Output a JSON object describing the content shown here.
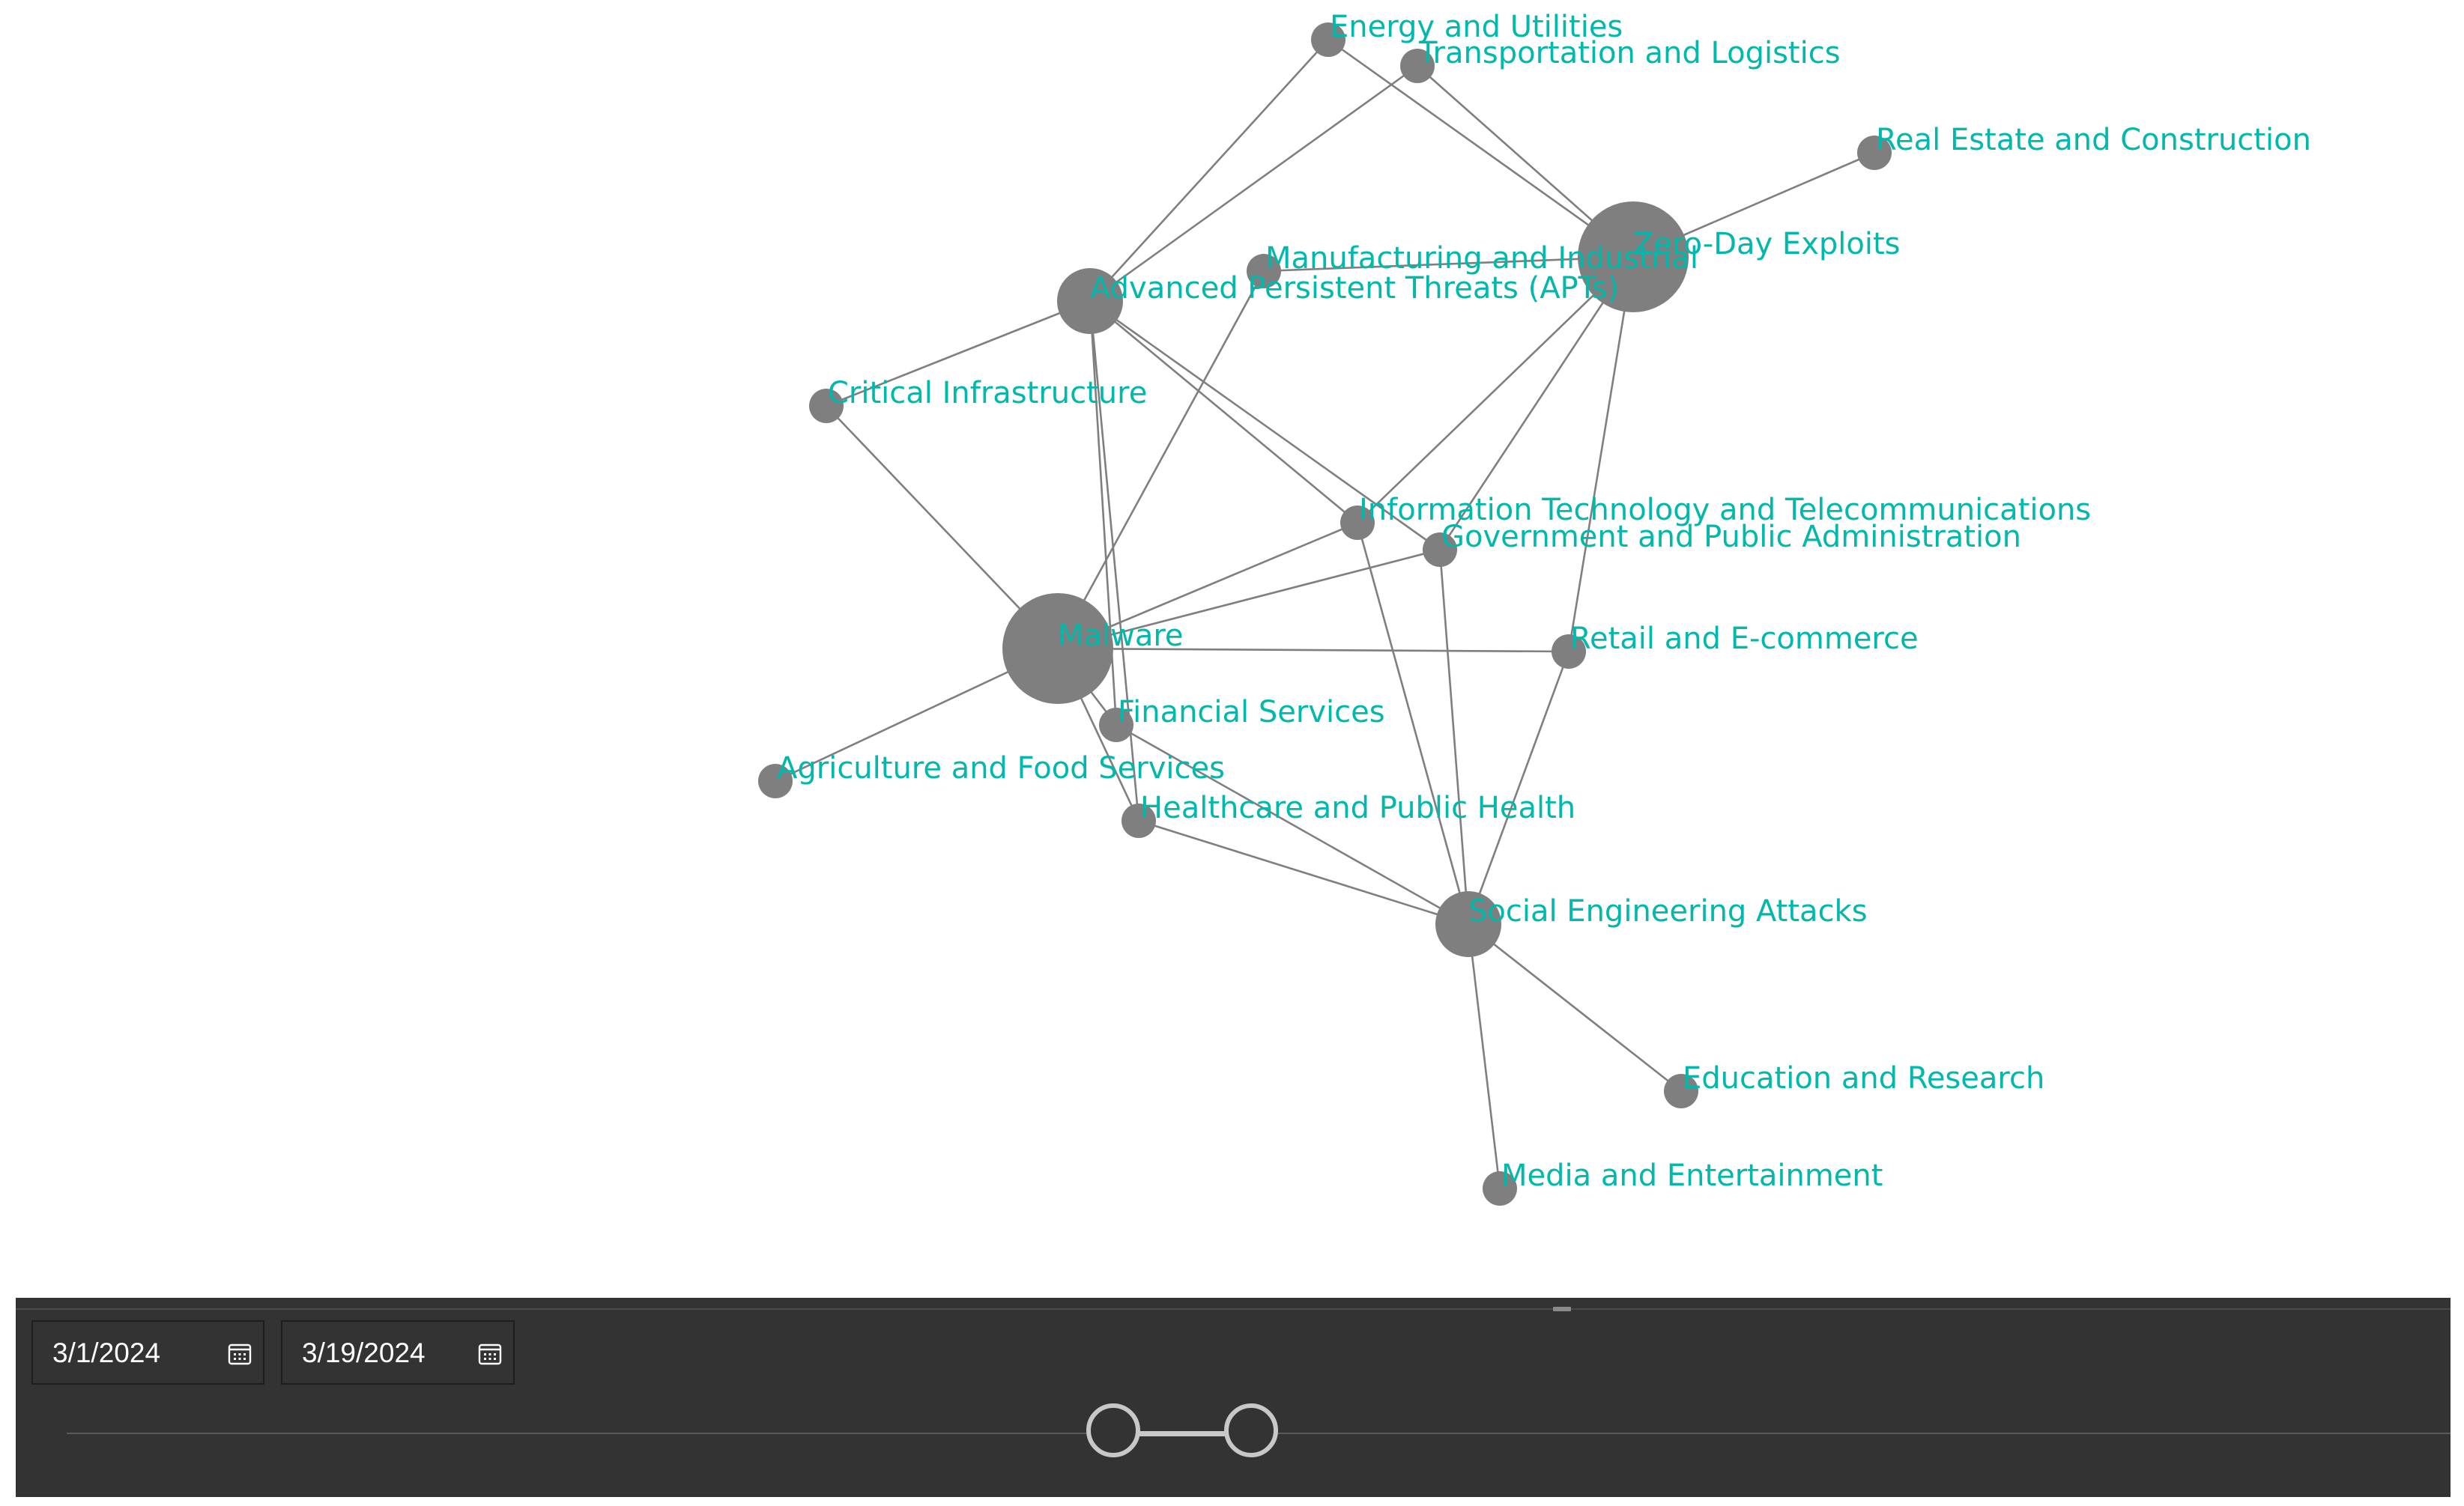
{
  "graph": {
    "nodes": [
      {
        "id": "zero_day",
        "label": "Zero-Day Exploits",
        "size": "large"
      },
      {
        "id": "apt",
        "label": "Advanced Persistent Threats (APTs)",
        "size": "medium"
      },
      {
        "id": "malware",
        "label": "Malware",
        "size": "large"
      },
      {
        "id": "social",
        "label": "Social Engineering Attacks",
        "size": "medium"
      },
      {
        "id": "energy",
        "label": "Energy and Utilities",
        "size": "small"
      },
      {
        "id": "transport",
        "label": "Transportation and Logistics",
        "size": "small"
      },
      {
        "id": "real_estate",
        "label": "Real Estate and Construction",
        "size": "small"
      },
      {
        "id": "manufacturing",
        "label": "Manufacturing and Industrial",
        "size": "small"
      },
      {
        "id": "critical",
        "label": "Critical Infrastructure",
        "size": "small"
      },
      {
        "id": "it_telecom",
        "label": "Information Technology and Telecommunications",
        "size": "small"
      },
      {
        "id": "government",
        "label": "Government and Public Administration",
        "size": "small"
      },
      {
        "id": "retail",
        "label": "Retail and E-commerce",
        "size": "small"
      },
      {
        "id": "financial",
        "label": "Financial Services",
        "size": "small"
      },
      {
        "id": "agriculture",
        "label": "Agriculture and Food Services",
        "size": "small"
      },
      {
        "id": "healthcare",
        "label": "Healthcare and Public Health",
        "size": "small"
      },
      {
        "id": "education",
        "label": "Education and Research",
        "size": "small"
      },
      {
        "id": "media",
        "label": "Media and Entertainment",
        "size": "small"
      }
    ],
    "edges": [
      [
        "zero_day",
        "energy"
      ],
      [
        "zero_day",
        "transport"
      ],
      [
        "zero_day",
        "real_estate"
      ],
      [
        "zero_day",
        "manufacturing"
      ],
      [
        "zero_day",
        "it_telecom"
      ],
      [
        "zero_day",
        "government"
      ],
      [
        "zero_day",
        "retail"
      ],
      [
        "apt",
        "energy"
      ],
      [
        "apt",
        "transport"
      ],
      [
        "apt",
        "critical"
      ],
      [
        "apt",
        "it_telecom"
      ],
      [
        "apt",
        "government"
      ],
      [
        "apt",
        "financial"
      ],
      [
        "apt",
        "healthcare"
      ],
      [
        "malware",
        "critical"
      ],
      [
        "malware",
        "manufacturing"
      ],
      [
        "malware",
        "it_telecom"
      ],
      [
        "malware",
        "government"
      ],
      [
        "malware",
        "retail"
      ],
      [
        "malware",
        "agriculture"
      ],
      [
        "malware",
        "financial"
      ],
      [
        "malware",
        "healthcare"
      ],
      [
        "social",
        "it_telecom"
      ],
      [
        "social",
        "government"
      ],
      [
        "social",
        "retail"
      ],
      [
        "social",
        "financial"
      ],
      [
        "social",
        "healthcare"
      ],
      [
        "social",
        "education"
      ],
      [
        "social",
        "media"
      ]
    ],
    "colors": {
      "node": "#7f7f7f",
      "edge": "#7f7f7f",
      "label": "#01b8aa"
    }
  },
  "date_slicer": {
    "start_date": "3/1/2024",
    "end_date": "3/19/2024",
    "calendar_icon": "calendar-icon",
    "panel_color": "#333333",
    "handle_color": "#c8c8c8"
  }
}
